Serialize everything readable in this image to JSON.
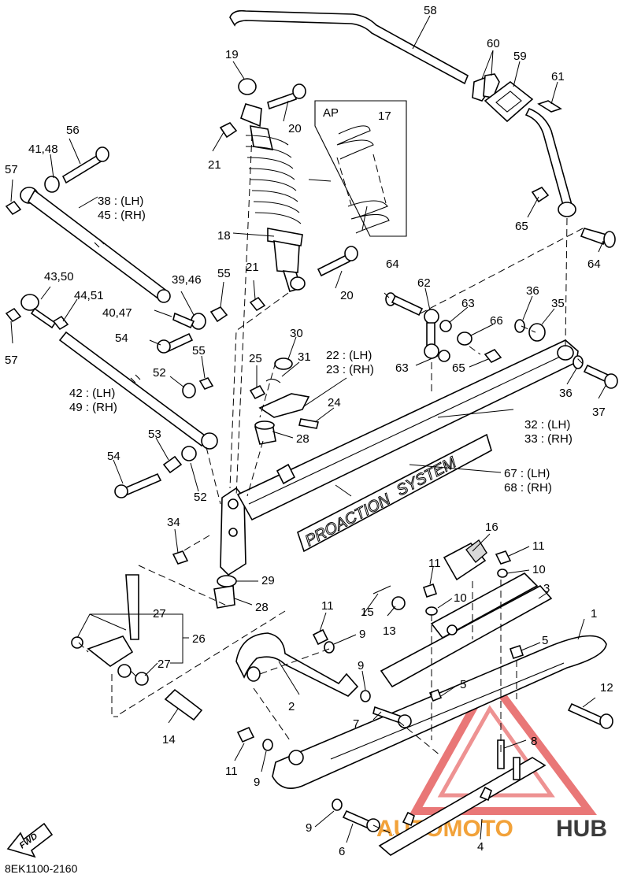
{
  "diagram_code": "8EK1100-2160",
  "fwd_label": "FWD",
  "watermark": {
    "part1": "AUTOMOTO",
    "part2": "HUB",
    "color1": "#f2a23a",
    "color2": "#3b3b3b",
    "triangle_color": "#e24a4a"
  },
  "ap_label": "AP",
  "labels": {
    "p1": "1",
    "p2": "2",
    "p3": "3",
    "p4": "4",
    "p5a": "5",
    "p5b": "5",
    "p6": "6",
    "p7": "7",
    "p8": "8",
    "p9a": "9",
    "p9b": "9",
    "p9c": "9",
    "p9d": "9",
    "p10a": "10",
    "p10b": "10",
    "p11a": "11",
    "p11b": "11",
    "p11c": "11",
    "p11d": "11",
    "p12": "12",
    "p13": "13",
    "p14": "14",
    "p15": "15",
    "p16": "16",
    "p17": "17",
    "p18": "18",
    "p19": "19",
    "p20a": "20",
    "p20b": "20",
    "p21a": "21",
    "p21b": "21",
    "p22_23a": "22 : (LH)",
    "p22_23b": "23 : (RH)",
    "p24": "24",
    "p25": "25",
    "p26": "26",
    "p27a": "27",
    "p27b": "27",
    "p28a": "28",
    "p28b": "28",
    "p29": "29",
    "p30": "30",
    "p31": "31",
    "p32_33a": "32 : (LH)",
    "p32_33b": "33 : (RH)",
    "p34": "34",
    "p35": "35",
    "p36a": "36",
    "p36b": "36",
    "p37": "37",
    "p38_45a": "38 : (LH)",
    "p38_45b": "45 : (RH)",
    "p39_46": "39,46",
    "p40_47": "40,47",
    "p41_48": "41,48",
    "p42_49a": "42 : (LH)",
    "p42_49b": "49 : (RH)",
    "p43_50": "43,50",
    "p44_51": "44,51",
    "p52a": "52",
    "p52b": "52",
    "p53": "53",
    "p54a": "54",
    "p54b": "54",
    "p55a": "55",
    "p55b": "55",
    "p56": "56",
    "p57a": "57",
    "p57b": "57",
    "p58": "58",
    "p59": "59",
    "p60": "60",
    "p61": "61",
    "p62": "62",
    "p63a": "63",
    "p63b": "63",
    "p64a": "64",
    "p64b": "64",
    "p65a": "65",
    "p65b": "65",
    "p66": "66",
    "p67_68a": "67 : (LH)",
    "p67_68b": "68 : (RH)"
  },
  "decal_text": {
    "d1": "PROACTION",
    "d2": "SYSTEM"
  }
}
